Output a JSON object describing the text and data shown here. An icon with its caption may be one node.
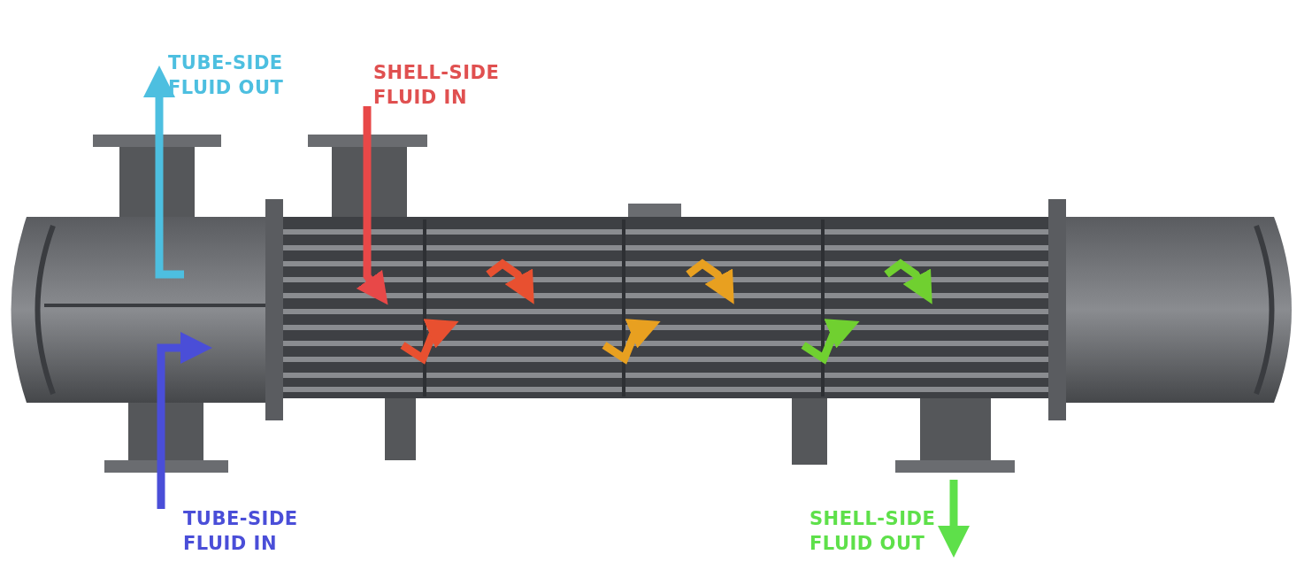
{
  "diagram": {
    "labels": [
      "TUBE-SIDE FLUID OUT",
      "SHELL-SIDE FLUID IN",
      "TUBE-SIDE FLUID IN",
      "SHELL-SIDE FLUID OUT"
    ]
  }
}
